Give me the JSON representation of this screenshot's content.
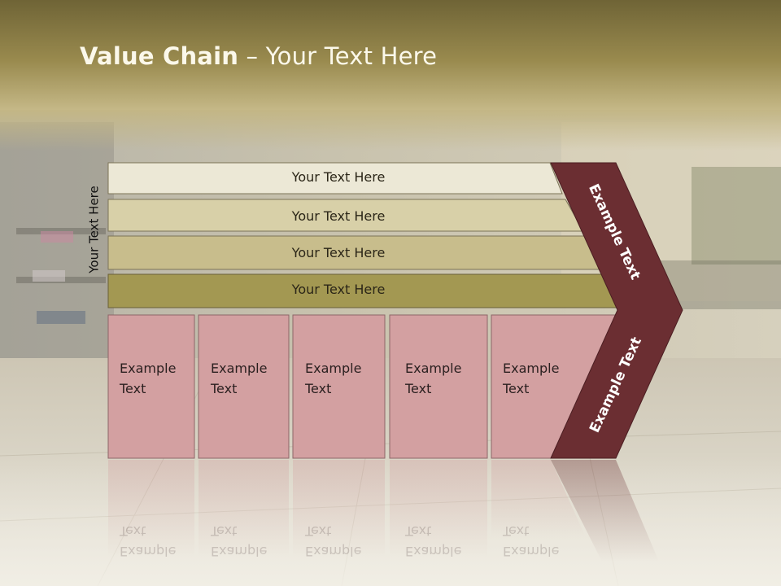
{
  "slide": {
    "title_bold": "Value Chain",
    "title_rest": " – Your Text Here",
    "side_label": "Your Text Here",
    "bars": [
      {
        "label": "Your Text Here"
      },
      {
        "label": "Your Text Here"
      },
      {
        "label": "Your Text Here"
      },
      {
        "label": "Your Text Here"
      }
    ],
    "boxes": [
      {
        "line1": "Example",
        "line2": "Text"
      },
      {
        "line1": "Example",
        "line2": "Text"
      },
      {
        "line1": "Example",
        "line2": "Text"
      },
      {
        "line1": "Example",
        "line2": "Text"
      },
      {
        "line1": "Example",
        "line2": "Text"
      }
    ],
    "chevron_upper": "Example Text",
    "chevron_lower": "Example Text"
  },
  "colors": {
    "bar1": "#ece8d6",
    "bar2": "#d8d0a8",
    "bar3": "#c8bd8c",
    "bar4": "#a39852",
    "box": "#d3a0a1",
    "chevron": "#6b2e32",
    "banner": "#8a7d46"
  },
  "icons": {
    "background": "clothing-store-photo"
  }
}
